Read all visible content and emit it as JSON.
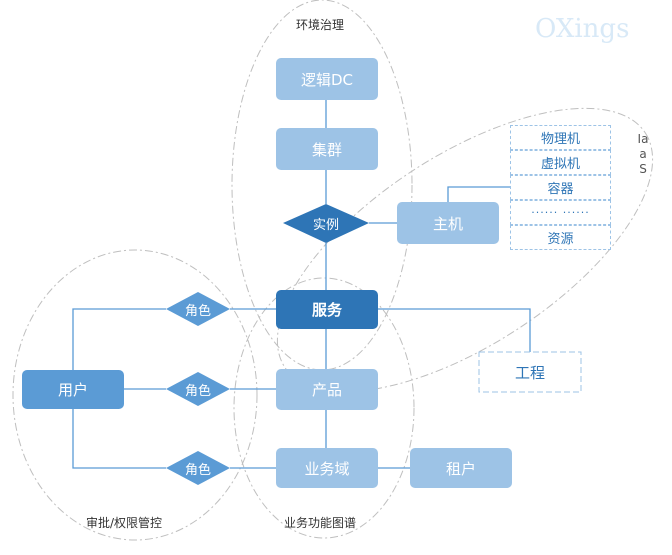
{
  "diagram": {
    "watermark": "OXings",
    "groups": {
      "env": "环境治理",
      "iaas": "IaaS",
      "approval": "审批/权限管控",
      "business_map": "业务功能图谱"
    },
    "nodes": {
      "logic_dc": "逻辑DC",
      "cluster": "集群",
      "instance": "实例",
      "host": "主机",
      "service": "服务",
      "product": "产品",
      "business_domain": "业务域",
      "tenant": "租户",
      "user": "用户",
      "engineering": "工程"
    },
    "roles": [
      "角色",
      "角色",
      "角色"
    ],
    "resources": [
      "物理机",
      "虚拟机",
      "容器",
      "······ ······",
      "资源"
    ]
  }
}
